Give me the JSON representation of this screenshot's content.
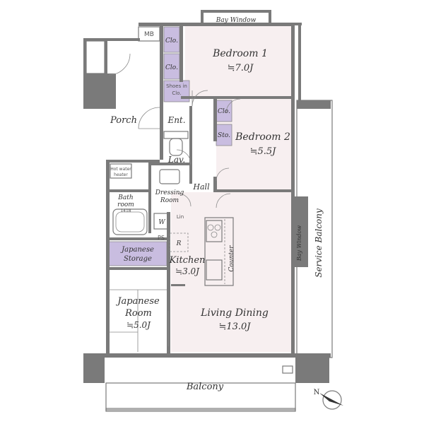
{
  "colors": {
    "room_fill": "#f7eff0",
    "storage_fill": "#c9bde0",
    "wall": "#7a7a7a",
    "outline": "#8a8a8a"
  },
  "labels": {
    "bay_window_top": "Bay Window",
    "mb": "MB",
    "clo_1": "Clo.",
    "clo_2": "Clo.",
    "shoes_1": "Shoes in",
    "shoes_2": "Clo.",
    "bedroom1_name": "Bedroom 1",
    "bedroom1_size": "≒7.0J",
    "porch": "Porch",
    "ent": "Ent.",
    "clo_3": "Clo.",
    "sto": "Sto.",
    "bedroom2_name": "Bedroom 2",
    "bedroom2_size": "≒5.5J",
    "lav": "Lav.",
    "water_heater_1": "Hot water",
    "water_heater_2": "heater",
    "hall": "Hall",
    "dressing_1": "Dressing",
    "dressing_2": "Room",
    "bath_1": "Bath",
    "bath_2": "room",
    "bath_3": "1418",
    "lin": "Lin",
    "w": "W",
    "ps": "PS",
    "r": "R",
    "japanese_storage_1": "Japanese",
    "japanese_storage_2": "Storage",
    "kitchen_name": "Kitchen",
    "kitchen_size": "≒3.0J",
    "counter": "Counter",
    "bay_window_side": "Bay Window",
    "service_balcony": "Service Balcony",
    "japanese_room_1": "Japanese",
    "japanese_room_2": "Room",
    "japanese_room_size": "≒5.0J",
    "living_name": "Living Dining",
    "living_size": "≒13.0J",
    "balcony": "Balcony",
    "north": "N"
  }
}
